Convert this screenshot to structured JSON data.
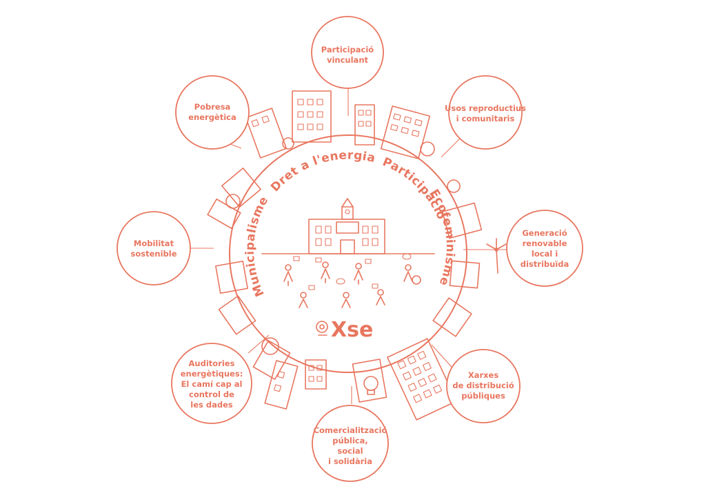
{
  "colors": {
    "accent": "#e8765f",
    "background": "#ffffff"
  },
  "ring_labels": {
    "dret": "Dret a l'energia",
    "participacio": "Participació",
    "municipalisme": "Municipalisme",
    "ecofeminisme": "Ecofeminisme"
  },
  "logo": {
    "text": "Xse",
    "icon": "xse-logo-icon"
  },
  "bubbles": {
    "participacio_vinculant": [
      "Participació",
      "vinculant"
    ],
    "usos_reproductius": [
      "Usos reproductius",
      "i comunitaris"
    ],
    "generacio": [
      "Generació",
      "renovable",
      "local i",
      "distribuïda"
    ],
    "xarxes": [
      "Xarxes",
      "de distribució",
      "públiques"
    ],
    "comercialitzacio": [
      "Comercialització",
      "pública,",
      "social",
      "i solidària"
    ],
    "auditories": [
      "Auditories",
      "energètiques:",
      "El camí cap al",
      "control de",
      "les dades"
    ],
    "mobilitat": [
      "Mobilitat",
      "sostenible"
    ],
    "pobresa": [
      "Pobresa",
      "energètica"
    ]
  }
}
